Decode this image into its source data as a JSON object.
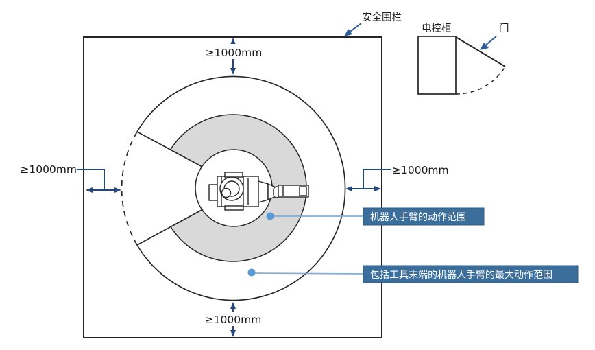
{
  "labels": {
    "safety_fence": "安全围栏",
    "control_cabinet": "电控柜",
    "door": "门"
  },
  "dimensions": {
    "top": "≥1000mm",
    "left": "≥1000mm",
    "right": "≥1000mm",
    "bottom": "≥1000mm"
  },
  "callouts": [
    {
      "label": "机器人手臂的动作范围"
    },
    {
      "label": "包括工具末端的机器人手臂的最大动作范围"
    }
  ],
  "colors": {
    "line": "#262626",
    "dimension_blue": "#24477d",
    "callout_blue": "#2e5e9e",
    "label_box_fill": "#3c6e9c",
    "label_box_border": "#2f5b85",
    "leader_line": "#85add4",
    "dot_fill": "#5b9bd5",
    "range_gray": "#d9d9d9"
  }
}
